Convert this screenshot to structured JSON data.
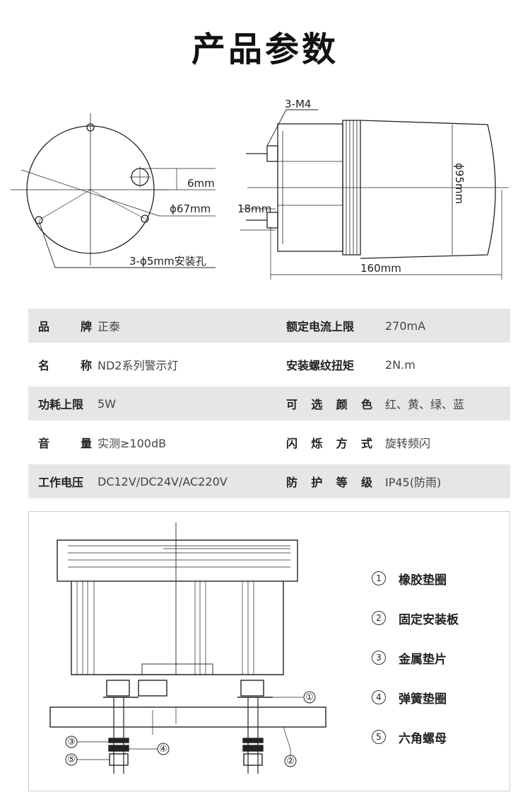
{
  "title": "产品参数",
  "top_drawing": {
    "label_6mm": "6mm",
    "label_phi67": "ϕ67mm",
    "label_holes": "3-ϕ5mm安装孔",
    "label_3m4": "3-M4",
    "label_18mm": "18mm",
    "label_phi95": "ϕ95mm",
    "label_160mm": "160mm"
  },
  "specs": [
    {
      "l1": "品牌",
      "v1": "正泰",
      "l2": "额定电流上限",
      "v2": "270mA"
    },
    {
      "l1": "名称",
      "v1": "ND2系列警示灯",
      "l2": "安装螺纹扭矩",
      "v2": "2N.m"
    },
    {
      "l1": "功耗上限",
      "v1": "5W",
      "l2": "可选颜色",
      "v2": "红、黄、绿、蓝"
    },
    {
      "l1": "音量",
      "v1": "实测≥100dB",
      "l2": "闪烁方式",
      "v2": "旋转频闪"
    },
    {
      "l1": "工作电压",
      "v1": "DC12V/DC24V/AC220V",
      "l2": "防护等级",
      "v2": "IP45(防雨)"
    }
  ],
  "legend": [
    {
      "num": "①",
      "text": "橡胶垫圈"
    },
    {
      "num": "②",
      "text": "固定安装板"
    },
    {
      "num": "③",
      "text": "金属垫片"
    },
    {
      "num": "④",
      "text": "弹簧垫圈"
    },
    {
      "num": "⑤",
      "text": "六角螺母"
    }
  ],
  "callouts": {
    "c1": "①",
    "c2": "②",
    "c3": "③",
    "c4": "④",
    "c5": "⑤"
  }
}
